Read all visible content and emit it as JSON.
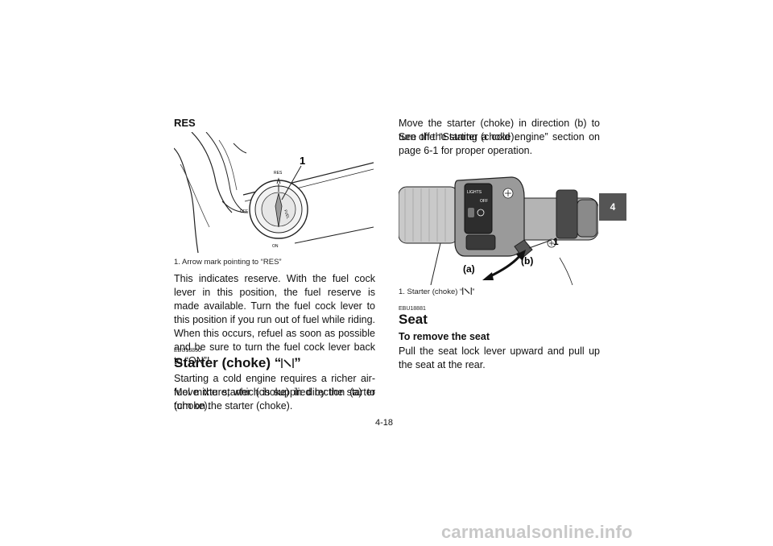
{
  "left_column": {
    "res_heading": "RES",
    "figure1": {
      "callout": "1",
      "dial_res": "RES",
      "dial_off": "OFF",
      "dial_on": "ON",
      "dial_fuel": "FUEL"
    },
    "figure1_caption": "1. Arrow mark pointing to “RES”",
    "reserve_paragraph": "This indicates reserve. With the fuel cock lever in this position, the fuel reserve is made available. Turn the fuel cock lever to this position if you run out of fuel while riding. When this occurs, refuel as soon as possible and be sure to turn the fuel cock lever back to “ON”!",
    "starter_code": "EBU18850",
    "starter_title_prefix": "Starter (choke) “",
    "starter_title_suffix": "”",
    "starter_paragraph_1": "Starting a cold engine requires a richer air-fuel mixture, which is supplied by the starter (choke).",
    "starter_paragraph_2": "Move the starter (choke) in direction (a) to turn on the starter (choke)."
  },
  "right_column": {
    "intro_paragraph_1": "Move the starter (choke) in direction (b) to turn off the starter (choke).",
    "intro_paragraph_2": "See the “Starting a cold engine” section on page 6-1 for proper operation.",
    "figure2": {
      "callout": "1",
      "label_a": "(a)",
      "label_b": "(b)",
      "switch_lights": "LIGHTS",
      "switch_off": "OFF"
    },
    "figure2_caption_prefix": "1. Starter (choke) “",
    "figure2_caption_suffix": "”",
    "seat_code": "EBU18881",
    "seat_title": "Seat",
    "remove_heading": "To remove the seat",
    "remove_paragraph": "Pull the seat lock lever upward and pull up the seat at the rear."
  },
  "chapter_tab": "4",
  "page_number": "4-18",
  "watermark": "carmanualsonline.info"
}
